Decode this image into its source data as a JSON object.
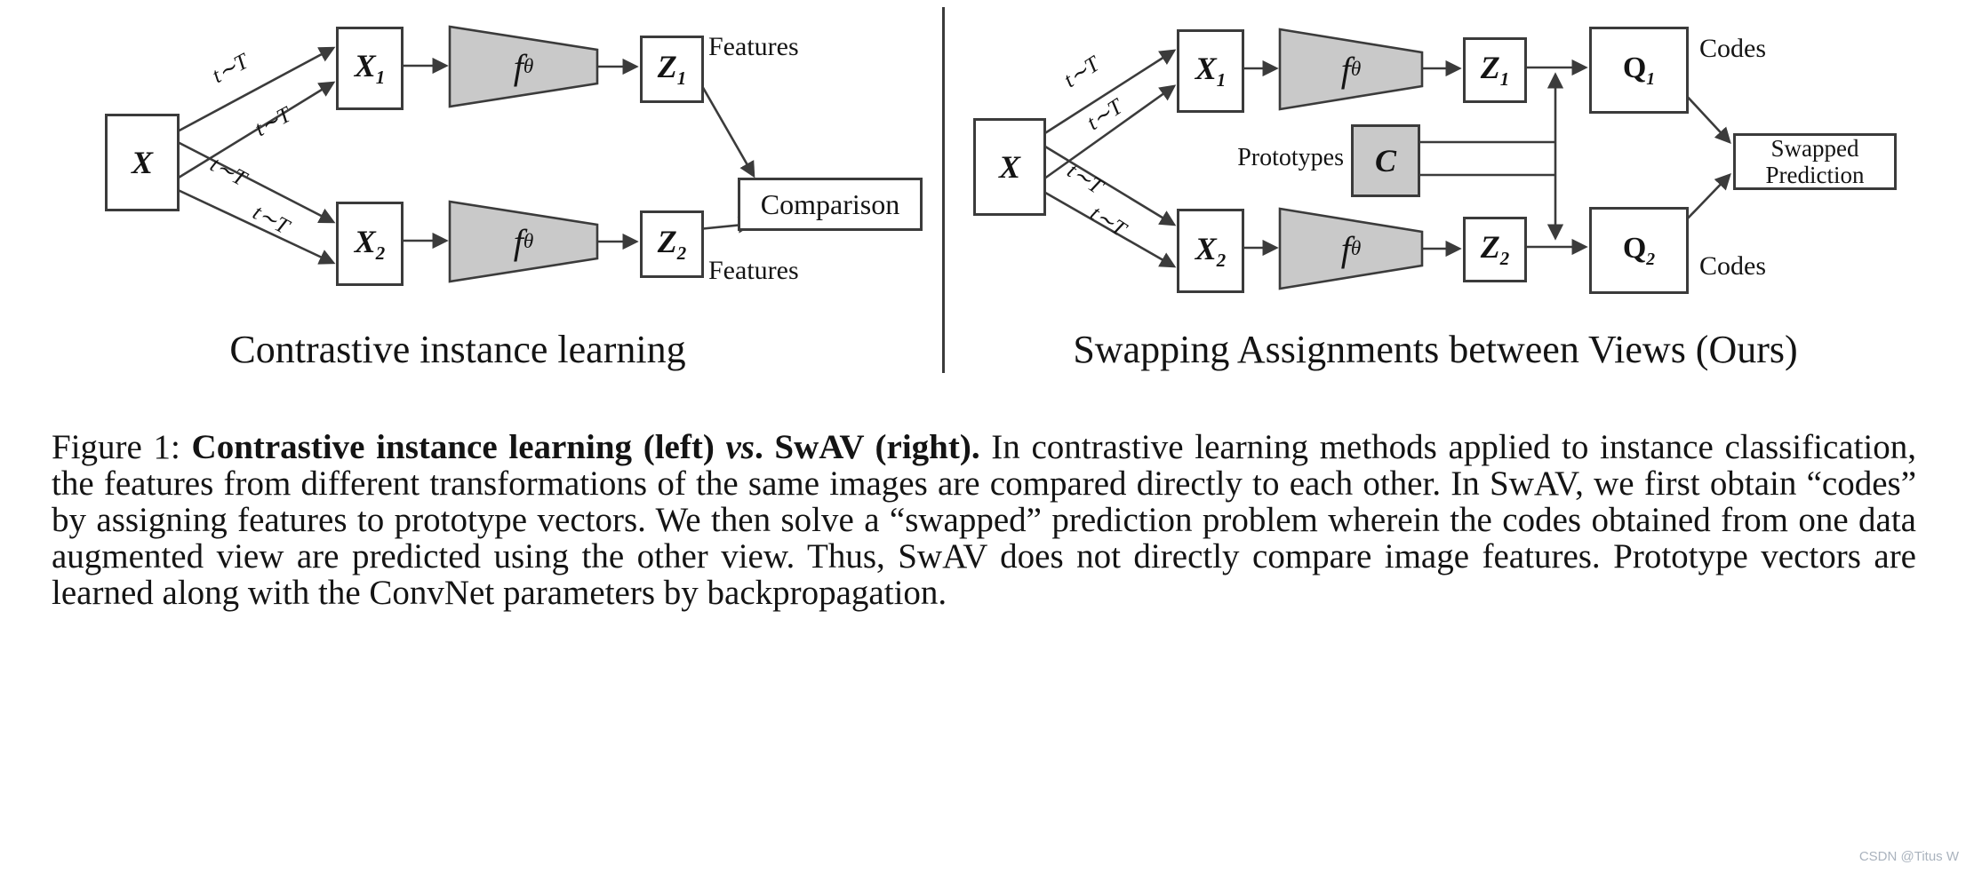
{
  "colors": {
    "stroke": "#3b3b3b",
    "node_fill": "#ffffff",
    "encoder_fill": "#c9c9c9"
  },
  "left": {
    "input": "X",
    "t_labels": [
      "t∼T",
      "t∼T",
      "t∼T",
      "t∼T"
    ],
    "view1": {
      "main": "X",
      "sub": "1"
    },
    "view2": {
      "main": "X",
      "sub": "2"
    },
    "encoder1": {
      "main": "f",
      "sub": "θ"
    },
    "encoder2": {
      "main": "f",
      "sub": "θ"
    },
    "feat1": {
      "main": "Z",
      "sub": "1"
    },
    "feat2": {
      "main": "Z",
      "sub": "2"
    },
    "features_top": "Features",
    "features_bottom": "Features",
    "comparison": "Comparison",
    "caption": "Contrastive instance learning"
  },
  "right": {
    "input": "X",
    "t_labels": [
      "t∼T",
      "t∼T",
      "t∼T",
      "t∼T"
    ],
    "view1": {
      "main": "X",
      "sub": "1"
    },
    "view2": {
      "main": "X",
      "sub": "2"
    },
    "encoder1": {
      "main": "f",
      "sub": "θ"
    },
    "encoder2": {
      "main": "f",
      "sub": "θ"
    },
    "feat1": {
      "main": "Z",
      "sub": "1"
    },
    "feat2": {
      "main": "Z",
      "sub": "2"
    },
    "prototypes_label": "Prototypes",
    "prototypes": "C",
    "code1": {
      "main": "Q",
      "sub": "1"
    },
    "code2": {
      "main": "Q",
      "sub": "2"
    },
    "codes_top": "Codes",
    "codes_bottom": "Codes",
    "swapped": {
      "line1": "Swapped",
      "line2": "Prediction"
    },
    "caption": "Swapping Assignments between Views (Ours)"
  },
  "figure_caption": {
    "prefix": "Figure 1: ",
    "bold1": "Contrastive instance learning (left) ",
    "bold_italic": "vs",
    "bold2": ". SwAV (right).",
    "body": " In contrastive learning methods applied to instance classification, the features from different transformations of the same images are compared directly to each other. In SwAV, we first obtain “codes” by assigning features to prototype vectors. We then solve a “swapped” prediction problem wherein the codes obtained from one data augmented view are predicted using the other view. Thus, SwAV does not directly compare image features. Prototype vectors are learned along with the ConvNet parameters by backpropagation."
  },
  "watermark": "CSDN @Titus W"
}
